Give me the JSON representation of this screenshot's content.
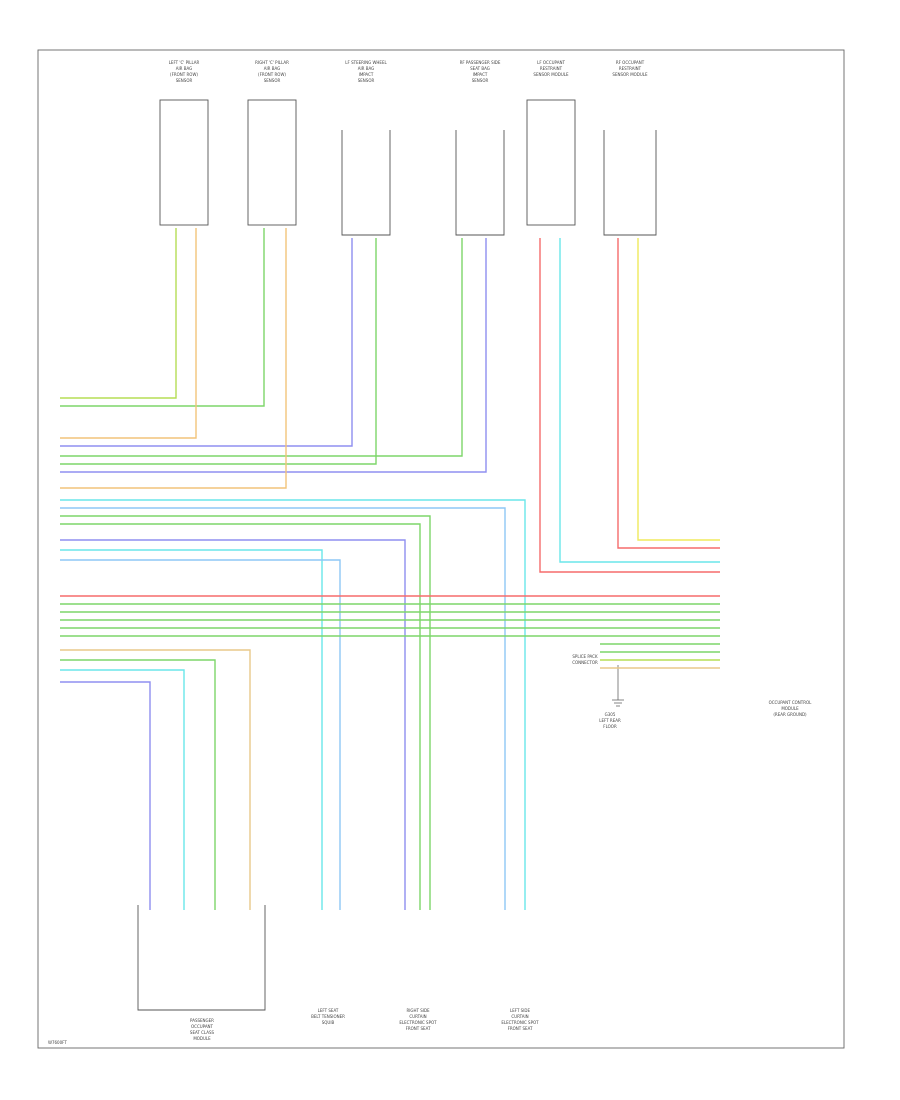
{
  "diagram": {
    "footer_code": "W7600FT",
    "modules_top": [
      {
        "id": "lf-pillar",
        "lines": [
          "LEFT 'C' PILLAR",
          "AIR BAG",
          "(FRONT ROW)",
          "SENSOR"
        ]
      },
      {
        "id": "rf-pillar",
        "lines": [
          "RIGHT 'C' PILLAR",
          "AIR BAG",
          "(FRONT ROW)",
          "SENSOR"
        ]
      },
      {
        "id": "lf-impact",
        "lines": [
          "LF STEERING WHEEL",
          "AIR BAG",
          "IMPACT",
          "SENSOR"
        ]
      },
      {
        "id": "rf-impact",
        "lines": [
          "RF PASSENGER SIDE",
          "SEAT BAG",
          "IMPACT",
          "SENSOR"
        ]
      },
      {
        "id": "lf-airbag",
        "lines": [
          "LF OCCUPANT",
          "RESTRAINT",
          "SENSOR MODULE"
        ]
      },
      {
        "id": "rf-airbag",
        "lines": [
          "RF OCCUPANT",
          "RESTRAINT",
          "SENSOR MODULE"
        ]
      }
    ],
    "modules_bottom": [
      {
        "id": "passenger-module",
        "lines": [
          "PASSENGER",
          "OCCUPANT",
          "SEAT CLASS",
          "MODULE"
        ]
      },
      {
        "id": "left-seat",
        "lines": [
          "LEFT SEAT",
          "BELT TENSIONER",
          "SQUIB"
        ]
      },
      {
        "id": "right-seat",
        "lines": [
          "RIGHT SIDE",
          "CURTAIN",
          "ELECTRONIC SPOT",
          "FRONT SEAT"
        ]
      },
      {
        "id": "left-rear",
        "lines": [
          "LEFT SIDE",
          "CURTAIN",
          "ELECTRONIC SPOT",
          "FRONT SEAT"
        ]
      }
    ],
    "main_module": {
      "lines": [
        "OCCUPANT CONTROL",
        "MODULE",
        "(REAR GROUND)"
      ]
    },
    "ground_label": {
      "lines": [
        "G305",
        "LEFT REAR",
        "FLOOR"
      ]
    },
    "splice_label": {
      "lines": [
        "SPLICE PACK",
        "CONNECTOR"
      ]
    },
    "colors": {
      "green": "#7dd66a",
      "yellowgreen": "#b5dd55",
      "orange": "#f2c47a",
      "blue": "#8f8ff0",
      "lightblue": "#8ec7f5",
      "cyan": "#6ae6ea",
      "red": "#f56b6b",
      "yellow": "#f0ea5c",
      "tan": "#e8c98a"
    }
  }
}
